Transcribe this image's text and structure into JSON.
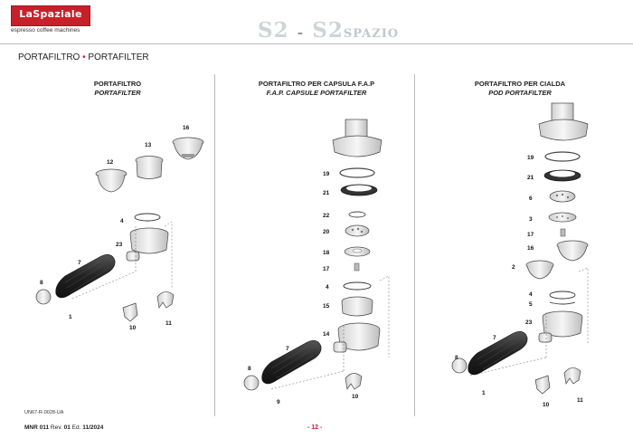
{
  "header": {
    "logo_text": "LaSpaziale",
    "logo_subtitle": "espresso coffee machines",
    "brand_s2": "S2",
    "brand_dash": "-",
    "brand_s2b": "S2",
    "brand_spazio": "SPAZIO"
  },
  "section": {
    "title_a": "PORTAFILTRO",
    "title_b": "PORTAFILTER",
    "separator": "•"
  },
  "columns": [
    {
      "title_it": "PORTAFILTRO",
      "title_en": "PORTAFILTER",
      "parts": [
        "12",
        "13",
        "16",
        "4",
        "23",
        "7",
        "8",
        "1",
        "10",
        "11"
      ]
    },
    {
      "title_it": "PORTAFILTRO PER CAPSULA F.A.P",
      "title_en": "F.A.P. CAPSULE PORTAFILTER",
      "parts": [
        "19",
        "21",
        "22",
        "20",
        "18",
        "17",
        "4",
        "15",
        "14",
        "7",
        "8",
        "9",
        "10"
      ]
    },
    {
      "title_it": "PORTAFILTRO PER CIALDA",
      "title_en": "POD PORTAFILTER",
      "parts": [
        "19",
        "21",
        "6",
        "3",
        "17",
        "16",
        "2",
        "4",
        "5",
        "23",
        "7",
        "8",
        "1",
        "10",
        "11"
      ]
    }
  ],
  "footer": {
    "code": "UN67-R-0028-UA",
    "doc": "MNR 011",
    "rev_label": "Rev.",
    "rev": "01",
    "ed_label": "Ed.",
    "ed": "11/2024",
    "page": "- 12 -"
  },
  "colors": {
    "brand_red": "#c8202a",
    "part_gray": "#e8e8e8",
    "handle_dark": "#2a2a2a"
  }
}
